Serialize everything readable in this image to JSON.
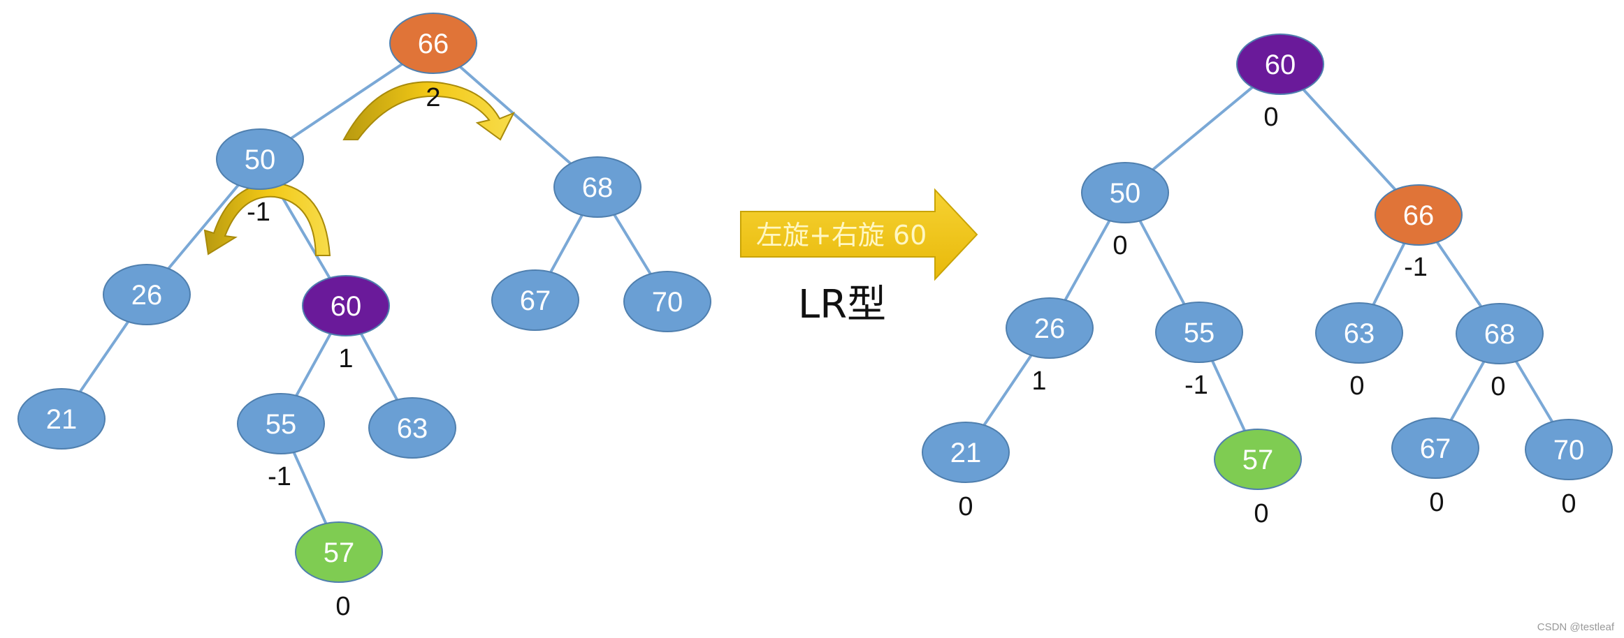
{
  "colors": {
    "node": "#6a9fd4",
    "edge": "#7aa8d6",
    "root": "#e07438",
    "pivot": "#6a1a9a",
    "inserted": "#7fcc52",
    "arrow": "#f2c816"
  },
  "before": {
    "nodes": [
      {
        "id": "b66",
        "label": "66",
        "bf": "2",
        "kind": "root"
      },
      {
        "id": "b50",
        "label": "50",
        "bf": "-1",
        "kind": "node"
      },
      {
        "id": "b68",
        "label": "68",
        "bf": "",
        "kind": "node"
      },
      {
        "id": "b26",
        "label": "26",
        "bf": "",
        "kind": "node"
      },
      {
        "id": "b60",
        "label": "60",
        "bf": "1",
        "kind": "pivot"
      },
      {
        "id": "b67",
        "label": "67",
        "bf": "",
        "kind": "node"
      },
      {
        "id": "b70",
        "label": "70",
        "bf": "",
        "kind": "node"
      },
      {
        "id": "b21",
        "label": "21",
        "bf": "",
        "kind": "node"
      },
      {
        "id": "b55",
        "label": "55",
        "bf": "-1",
        "kind": "node"
      },
      {
        "id": "b63",
        "label": "63",
        "bf": "",
        "kind": "node"
      },
      {
        "id": "b57",
        "label": "57",
        "bf": "0",
        "kind": "inserted"
      }
    ],
    "edges": [
      [
        "b66",
        "b50"
      ],
      [
        "b66",
        "b68"
      ],
      [
        "b50",
        "b26"
      ],
      [
        "b50",
        "b60"
      ],
      [
        "b26",
        "b21"
      ],
      [
        "b60",
        "b55"
      ],
      [
        "b60",
        "b63"
      ],
      [
        "b55",
        "b57"
      ],
      [
        "b68",
        "b67"
      ],
      [
        "b68",
        "b70"
      ]
    ]
  },
  "after": {
    "nodes": [
      {
        "id": "a60",
        "label": "60",
        "bf": "0",
        "kind": "pivot"
      },
      {
        "id": "a50",
        "label": "50",
        "bf": "0",
        "kind": "node"
      },
      {
        "id": "a66",
        "label": "66",
        "bf": "-1",
        "kind": "root"
      },
      {
        "id": "a26",
        "label": "26",
        "bf": "1",
        "kind": "node"
      },
      {
        "id": "a55",
        "label": "55",
        "bf": "-1",
        "kind": "node"
      },
      {
        "id": "a63",
        "label": "63",
        "bf": "0",
        "kind": "node"
      },
      {
        "id": "a68",
        "label": "68",
        "bf": "0",
        "kind": "node"
      },
      {
        "id": "a21",
        "label": "21",
        "bf": "0",
        "kind": "node"
      },
      {
        "id": "a57",
        "label": "57",
        "bf": "0",
        "kind": "inserted"
      },
      {
        "id": "a67",
        "label": "67",
        "bf": "0",
        "kind": "node"
      },
      {
        "id": "a70",
        "label": "70",
        "bf": "0",
        "kind": "node"
      }
    ],
    "edges": [
      [
        "a60",
        "a50"
      ],
      [
        "a60",
        "a66"
      ],
      [
        "a50",
        "a26"
      ],
      [
        "a50",
        "a55"
      ],
      [
        "a26",
        "a21"
      ],
      [
        "a55",
        "a57"
      ],
      [
        "a66",
        "a63"
      ],
      [
        "a66",
        "a68"
      ],
      [
        "a68",
        "a67"
      ],
      [
        "a68",
        "a70"
      ]
    ]
  },
  "transform": {
    "arrow_label": "左旋+右旋 60",
    "type_label": "LR型"
  },
  "watermark": "CSDN @testleaf"
}
